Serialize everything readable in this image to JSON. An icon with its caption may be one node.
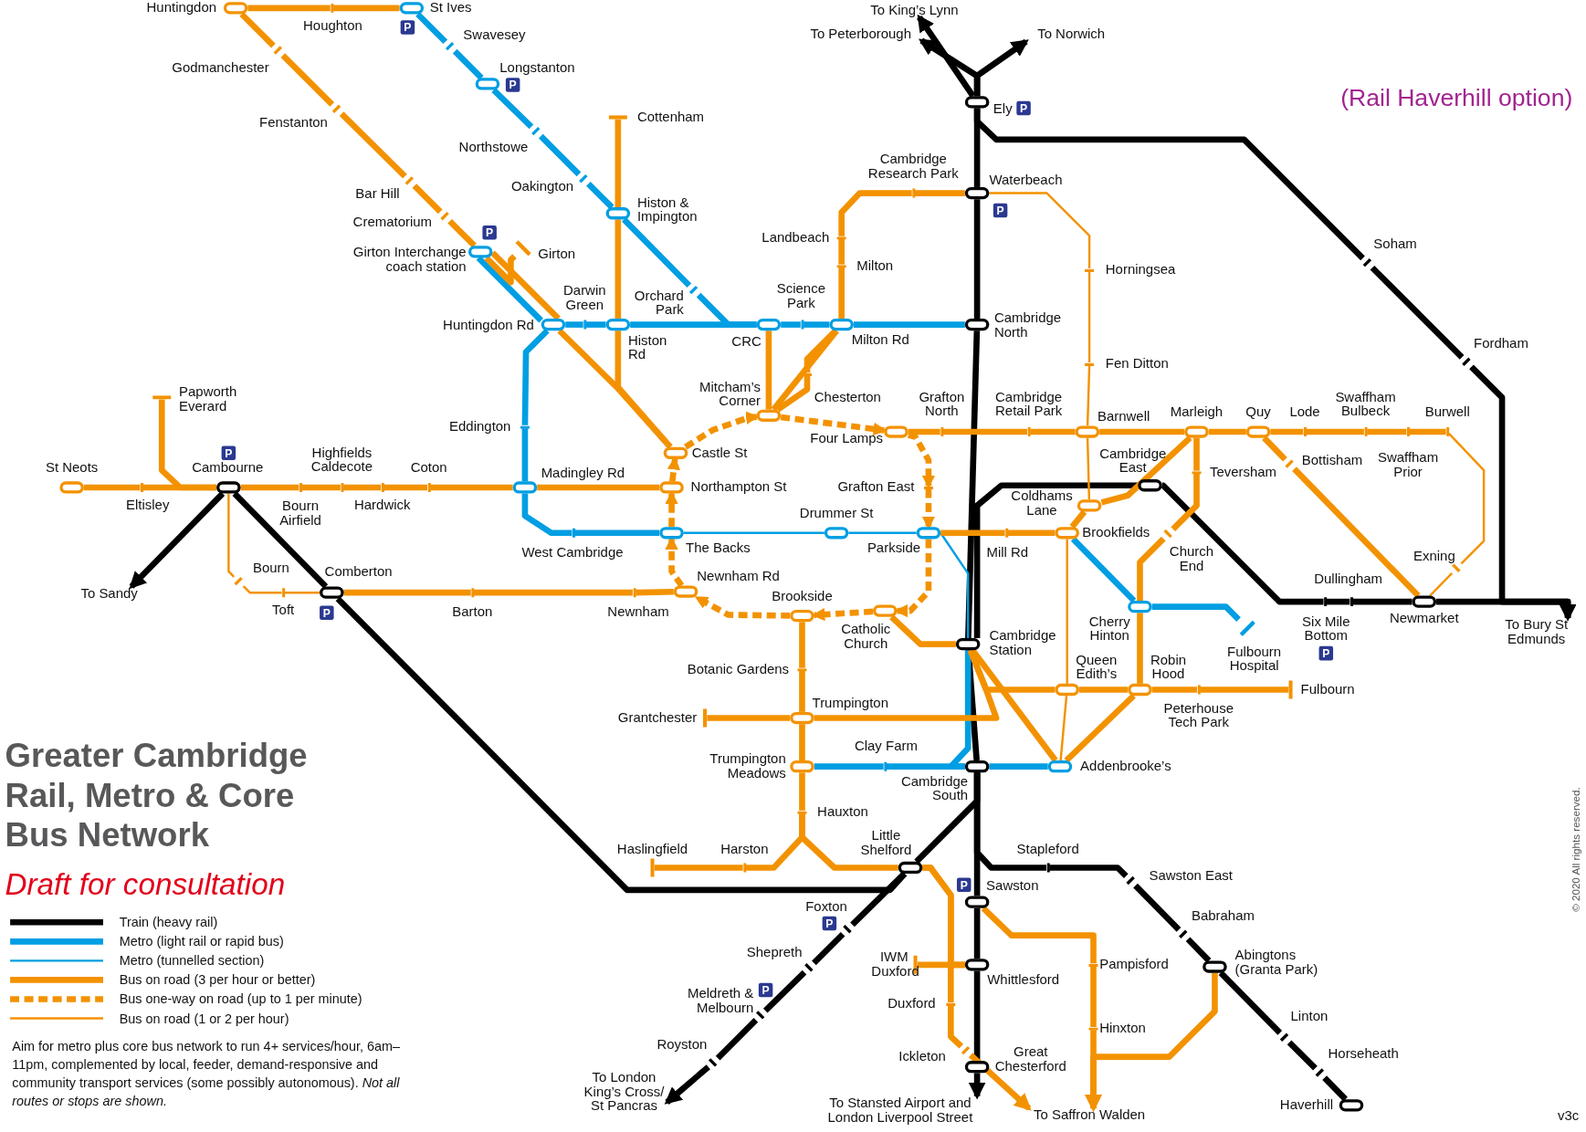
{
  "diagram": {
    "title": "Greater Cambridge Rail, Metro & Core Bus Network",
    "nodes": [
      {
        "text": [],
        "shape": "capsule",
        "beside": [
          "Ely",
          "P"
        ]
      },
      {
        "text": [],
        "shape": "capsule",
        "beside": [
          "Waterbeach",
          "P"
        ]
      },
      {
        "text": [],
        "shape": "capsule",
        "beside": [
          "Cambridge North"
        ]
      },
      {
        "text": [],
        "shape": "capsule",
        "beside": [
          "Cambridge Station"
        ]
      },
      {
        "text": [],
        "shape": "capsule",
        "beside": [
          "Cambridge South"
        ]
      },
      {
        "text": [],
        "shape": "capsule",
        "beside": [
          "Sawston",
          "P"
        ]
      },
      {
        "text": [],
        "shape": "capsule",
        "beside": [
          "Whittlesford"
        ]
      },
      {
        "text": [],
        "shape": "capsule",
        "beside": [
          "Great Chesterford"
        ]
      },
      {
        "text": [],
        "shape": "tick",
        "beside": [
          "Soham"
        ]
      },
      {
        "text": [],
        "shape": "tick",
        "beside": [
          "Fordham"
        ]
      },
      {
        "text": [],
        "shape": "capsule",
        "beside": [
          "Cambridge East"
        ]
      },
      {
        "text": [],
        "shape": "tick",
        "beside": [
          "Six Mile Bottom",
          "P"
        ]
      },
      {
        "text": [],
        "shape": "tick",
        "beside": [
          "Dullingham"
        ]
      },
      {
        "text": [],
        "shape": "capsule",
        "beside": [
          "Newmarket"
        ]
      },
      {
        "text": [],
        "shape": "tick",
        "beside": [
          "Stapleford"
        ]
      },
      {
        "text": [],
        "shape": "tick",
        "beside": [
          "Sawston East"
        ]
      },
      {
        "text": [],
        "shape": "tick",
        "beside": [
          "Babraham"
        ]
      },
      {
        "text": [],
        "shape": "capsule",
        "beside": [
          "Abingtons (Granta Park)"
        ]
      },
      {
        "text": [],
        "shape": "tick",
        "beside": [
          "Linton"
        ]
      },
      {
        "text": [],
        "shape": "tick",
        "beside": [
          "Horseheath"
        ]
      },
      {
        "text": [],
        "shape": "capsule",
        "beside": [
          "Haverhill"
        ]
      },
      {
        "text": [],
        "shape": "capsule",
        "beside": [
          "Cambourne",
          "P"
        ]
      },
      {
        "text": [],
        "shape": "capsule",
        "beside": [
          "Comberton",
          "P"
        ]
      },
      {
        "text": [],
        "shape": "capsule",
        "beside": [
          "Little Shelford"
        ]
      },
      {
        "text": [],
        "shape": "tick",
        "beside": [
          "Foxton",
          "P"
        ]
      },
      {
        "text": [],
        "shape": "tick",
        "beside": [
          "Shepreth"
        ]
      },
      {
        "text": [],
        "shape": "tick",
        "beside": [
          "Meldreth & Melbourn",
          "P"
        ]
      },
      {
        "text": [],
        "shape": "tick",
        "beside": [
          "Royston"
        ]
      },
      {
        "text": [
          "To King’s Lynn"
        ]
      },
      {
        "text": [
          "To Peterborough"
        ]
      },
      {
        "text": [
          "To Norwich"
        ]
      },
      {
        "text": [
          "To Sandy"
        ]
      },
      {
        "text": [
          "To London King’s Cross/ St Pancras"
        ]
      },
      {
        "text": [
          "To Saffron Walden"
        ]
      },
      {
        "text": [],
        "shape": "capsule",
        "beside": [
          "St Ives",
          "P"
        ]
      },
      {
        "text": [],
        "shape": "tick",
        "beside": [
          "Swavesey"
        ]
      },
      {
        "text": [],
        "shape": "capsule",
        "beside": [
          "Longstanton",
          "P"
        ]
      },
      {
        "text": [],
        "shape": "tick",
        "beside": [
          "Northstowe"
        ]
      },
      {
        "text": [],
        "shape": "tick",
        "beside": [
          "Oakington"
        ]
      },
      {
        "text": [],
        "shape": "capsule",
        "beside": [
          "Histon & Impington"
        ]
      },
      {
        "text": [],
        "shape": "tick",
        "beside": [
          "Orchard Park"
        ]
      },
      {
        "text": [],
        "shape": "capsule",
        "beside": [
          "CRC"
        ]
      },
      {
        "text": [],
        "shape": "capsule",
        "beside": [
          "Girton Interchange coach station",
          "P"
        ]
      },
      {
        "text": [],
        "shape": "capsule",
        "beside": [
          "Huntingdon Rd"
        ]
      },
      {
        "text": [],
        "shape": "tick",
        "beside": [
          "Darwin Green"
        ]
      },
      {
        "text": [],
        "shape": "capsule",
        "beside": [
          "Histon Rd"
        ]
      },
      {
        "text": [],
        "shape": "tick",
        "beside": [
          "Science Park"
        ]
      },
      {
        "text": [],
        "shape": "capsule",
        "beside": [
          "Milton Rd"
        ]
      },
      {
        "text": [],
        "shape": "tick",
        "beside": [
          "Eddington"
        ]
      },
      {
        "text": [],
        "shape": "capsule",
        "beside": [
          "Madingley Rd"
        ]
      },
      {
        "text": [],
        "shape": "tick",
        "beside": [
          "West Cambridge"
        ]
      },
      {
        "text": [],
        "shape": "capsule",
        "beside": [
          "The Backs"
        ]
      },
      {
        "text": [],
        "shape": "capsule",
        "beside": [
          "Drummer St"
        ]
      },
      {
        "text": [],
        "shape": "capsule",
        "beside": [
          "Parkside"
        ]
      },
      {
        "text": [],
        "shape": "tick",
        "beside": [
          "Clay Farm"
        ]
      },
      {
        "text": [],
        "shape": "capsule",
        "beside": [
          "Trumpington Meadows"
        ]
      },
      {
        "text": [],
        "shape": "capsule",
        "beside": [
          "Addenbrooke’s"
        ]
      },
      {
        "text": [],
        "shape": "capsule",
        "beside": [
          "Brookfields"
        ]
      },
      {
        "text": [],
        "shape": "capsule",
        "beside": [
          "Cherry Hinton"
        ]
      },
      {
        "text": [],
        "shape": "bar",
        "beside": [
          "Fulbourn Hospital"
        ]
      },
      {
        "text": [],
        "shape": "capsule",
        "beside": [
          "Huntingdon"
        ]
      },
      {
        "text": [],
        "shape": "tick",
        "beside": [
          "Houghton"
        ]
      },
      {
        "text": [],
        "shape": "tick",
        "beside": [
          "Godmanchester"
        ]
      },
      {
        "text": [],
        "shape": "tick",
        "beside": [
          "Fenstanton"
        ]
      },
      {
        "text": [],
        "shape": "tick",
        "beside": [
          "Bar Hill"
        ]
      },
      {
        "text": [],
        "shape": "tick",
        "beside": [
          "Crematorium"
        ]
      },
      {
        "text": [],
        "shape": "bar",
        "beside": [
          "Girton"
        ]
      },
      {
        "text": [],
        "shape": "bar",
        "beside": [
          "Cottenham"
        ]
      },
      {
        "text": [],
        "shape": "tick",
        "beside": [
          "Landbeach"
        ]
      },
      {
        "text": [],
        "shape": "tick",
        "beside": [
          "Milton"
        ]
      },
      {
        "text": [],
        "shape": "tick",
        "beside": [
          "Cambridge Research Park"
        ]
      },
      {
        "text": [],
        "shape": "capsule",
        "beside": [
          "Mitcham’s Corner"
        ]
      },
      {
        "text": [],
        "shape": "tick",
        "beside": [
          "Chesterton"
        ]
      },
      {
        "text": [],
        "shape": "capsule",
        "beside": [
          "Castle St"
        ]
      },
      {
        "text": [],
        "shape": "capsule",
        "beside": [
          "Northampton St"
        ]
      },
      {
        "text": [],
        "shape": "capsule",
        "beside": [
          "Newnham Rd"
        ]
      },
      {
        "text": [],
        "shape": "capsule",
        "beside": [
          "Brookside"
        ]
      },
      {
        "text": [],
        "shape": "capsule",
        "beside": [
          "Catholic Church"
        ]
      },
      {
        "text": [],
        "shape": "capsule",
        "beside": [
          "Four Lamps"
        ]
      },
      {
        "text": [],
        "shape": "tick",
        "beside": [
          "Grafton East"
        ]
      },
      {
        "text": [],
        "shape": "tick",
        "beside": [
          "Grafton North"
        ]
      },
      {
        "text": [],
        "shape": "tick",
        "beside": [
          "Cambridge Retail Park"
        ]
      },
      {
        "text": [],
        "shape": "capsule",
        "beside": [
          "Barnwell"
        ]
      },
      {
        "text": [],
        "shape": "capsule",
        "beside": [
          "Marleigh"
        ]
      },
      {
        "text": [],
        "shape": "capsule",
        "beside": [
          "Quy"
        ]
      },
      {
        "text": [],
        "shape": "tick",
        "beside": [
          "Lode"
        ]
      },
      {
        "text": [],
        "shape": "tick",
        "beside": [
          "Swaffham Bulbeck"
        ]
      },
      {
        "text": [],
        "shape": "tick",
        "beside": [
          "Swaffham Prior"
        ]
      },
      {
        "text": [],
        "shape": "tick",
        "beside": [
          "Burwell"
        ]
      },
      {
        "text": [],
        "shape": "tick",
        "beside": [
          "Bottisham"
        ]
      },
      {
        "text": [],
        "shape": "tick",
        "beside": [
          "Exning"
        ]
      },
      {
        "text": [],
        "shape": "tick",
        "beside": [
          "Teversham"
        ]
      },
      {
        "text": [],
        "shape": "tick",
        "beside": [
          "Church End"
        ]
      },
      {
        "text": [],
        "shape": "capsule",
        "beside": [
          "Coldhams Lane"
        ]
      },
      {
        "text": [],
        "shape": "tick",
        "beside": [
          "Mill Rd"
        ]
      },
      {
        "text": [],
        "shape": "capsule",
        "beside": [
          "Queen Edith’s"
        ]
      },
      {
        "text": [],
        "shape": "capsule",
        "beside": [
          "Robin Hood"
        ]
      },
      {
        "text": [],
        "shape": "tick",
        "beside": [
          "Peterhouse Tech Park"
        ]
      },
      {
        "text": [],
        "shape": "bar",
        "beside": [
          "Fulbourn"
        ]
      },
      {
        "text": [],
        "shape": "tick",
        "beside": [
          "Botanic Gardens"
        ]
      },
      {
        "text": [],
        "shape": "capsule",
        "beside": [
          "Trumpington"
        ]
      },
      {
        "text": [],
        "shape": "bar",
        "beside": [
          "Grantchester"
        ]
      },
      {
        "text": [],
        "shape": "tick",
        "beside": [
          "Hauxton"
        ]
      },
      {
        "text": [],
        "shape": "tick",
        "beside": [
          "Harston"
        ]
      },
      {
        "text": [],
        "shape": "bar",
        "beside": [
          "Haslingfield"
        ]
      },
      {
        "text": [],
        "shape": "bar",
        "beside": [
          "IWM Duxford"
        ]
      },
      {
        "text": [],
        "shape": "tick",
        "beside": [
          "Duxford"
        ]
      },
      {
        "text": [],
        "shape": "tick",
        "beside": [
          "Ickleton"
        ]
      },
      {
        "text": [],
        "shape": "tick",
        "beside": [
          "Pampisford"
        ]
      },
      {
        "text": [],
        "shape": "tick",
        "beside": [
          "Hinxton"
        ]
      },
      {
        "text": [],
        "shape": "capsule",
        "beside": [
          "St Neots"
        ]
      },
      {
        "text": [],
        "shape": "tick",
        "beside": [
          "Eltisley"
        ]
      },
      {
        "text": [],
        "shape": "bar",
        "beside": [
          "Papworth Everard"
        ]
      },
      {
        "text": [],
        "shape": "tick",
        "beside": [
          "Bourn Airfield"
        ]
      },
      {
        "text": [],
        "shape": "tick",
        "beside": [
          "Highfields Caldecote"
        ]
      },
      {
        "text": [],
        "shape": "tick",
        "beside": [
          "Hardwick"
        ]
      },
      {
        "text": [],
        "shape": "tick",
        "beside": [
          "Coton"
        ]
      },
      {
        "text": [],
        "shape": "tick",
        "beside": [
          "Bourn"
        ]
      },
      {
        "text": [],
        "shape": "tick",
        "beside": [
          "Toft"
        ]
      },
      {
        "text": [],
        "shape": "tick",
        "beside": [
          "Barton"
        ]
      },
      {
        "text": [],
        "shape": "tick",
        "beside": [
          "Newnham"
        ]
      },
      {
        "text": [],
        "shape": "tick",
        "beside": [
          "Horningsea"
        ]
      },
      {
        "text": [],
        "shape": "tick",
        "beside": [
          "Fen Ditton"
        ]
      },
      {
        "text": [
          "To Bury St Edmunds"
        ]
      },
      {
        "text": [
          "To Stansted Airport and London Liverpool Street"
        ]
      }
    ],
    "edges": [
      {
        "from": 0,
        "to": 28,
        "arrow": "to",
        "color": "#000000"
      },
      {
        "from": 0,
        "to": 29,
        "arrow": "to",
        "color": "#000000"
      },
      {
        "from": 0,
        "to": 30,
        "arrow": "to",
        "color": "#000000"
      },
      {
        "from": 0,
        "to": 8,
        "arrow": "none",
        "color": "#000000"
      },
      {
        "from": 8,
        "to": 9,
        "arrow": "none",
        "color": "#000000"
      },
      {
        "from": 9,
        "to": 123,
        "arrow": "to",
        "color": "#000000"
      },
      {
        "from": 13,
        "to": 123,
        "arrow": "to",
        "color": "#000000"
      },
      {
        "from": 0,
        "to": 1,
        "arrow": "none",
        "color": "#000000"
      },
      {
        "from": 1,
        "to": 2,
        "arrow": "none",
        "color": "#000000"
      },
      {
        "from": 2,
        "to": 3,
        "arrow": "none",
        "color": "#000000"
      },
      {
        "from": 3,
        "to": 4,
        "arrow": "none",
        "color": "#000000"
      },
      {
        "from": 4,
        "to": 5,
        "arrow": "none",
        "color": "#000000"
      },
      {
        "from": 5,
        "to": 6,
        "arrow": "none",
        "color": "#000000"
      },
      {
        "from": 6,
        "to": 7,
        "arrow": "none",
        "color": "#000000"
      },
      {
        "from": 7,
        "to": 124,
        "arrow": "to",
        "color": "#000000"
      },
      {
        "from": 3,
        "to": 10,
        "arrow": "none",
        "color": "#000000"
      },
      {
        "from": 10,
        "to": 11,
        "arrow": "none",
        "color": "#000000"
      },
      {
        "from": 11,
        "to": 12,
        "arrow": "none",
        "color": "#000000"
      },
      {
        "from": 12,
        "to": 13,
        "arrow": "none",
        "color": "#000000"
      },
      {
        "from": 4,
        "to": 14,
        "arrow": "none",
        "color": "#000000"
      },
      {
        "from": 14,
        "to": 15,
        "arrow": "none",
        "color": "#000000"
      },
      {
        "from": 15,
        "to": 16,
        "arrow": "none",
        "color": "#000000"
      },
      {
        "from": 16,
        "to": 17,
        "arrow": "none",
        "color": "#000000"
      },
      {
        "from": 17,
        "to": 18,
        "arrow": "none",
        "color": "#000000"
      },
      {
        "from": 18,
        "to": 19,
        "arrow": "none",
        "color": "#000000"
      },
      {
        "from": 19,
        "to": 20,
        "arrow": "none",
        "color": "#000000"
      },
      {
        "from": 21,
        "to": 31,
        "arrow": "to",
        "color": "#000000"
      },
      {
        "from": 21,
        "to": 22,
        "arrow": "none",
        "color": "#000000"
      },
      {
        "from": 22,
        "to": 23,
        "arrow": "none",
        "color": "#000000"
      },
      {
        "from": 23,
        "to": 4,
        "arrow": "none",
        "color": "#000000"
      },
      {
        "from": 23,
        "to": 24,
        "arrow": "none",
        "color": "#000000"
      },
      {
        "from": 24,
        "to": 25,
        "arrow": "none",
        "color": "#000000"
      },
      {
        "from": 25,
        "to": 26,
        "arrow": "none",
        "color": "#000000"
      },
      {
        "from": 26,
        "to": 27,
        "arrow": "none",
        "color": "#000000"
      },
      {
        "from": 27,
        "to": 32,
        "arrow": "to",
        "color": "#000000"
      },
      {
        "from": 34,
        "to": 35,
        "arrow": "none",
        "color": "#009ee2"
      },
      {
        "from": 35,
        "to": 36,
        "arrow": "none",
        "color": "#009ee2"
      },
      {
        "from": 36,
        "to": 37,
        "arrow": "none",
        "color": "#009ee2"
      },
      {
        "from": 37,
        "to": 38,
        "arrow": "none",
        "color": "#009ee2"
      },
      {
        "from": 38,
        "to": 39,
        "arrow": "none",
        "color": "#009ee2"
      },
      {
        "from": 39,
        "to": 40,
        "arrow": "none",
        "color": "#009ee2"
      },
      {
        "from": 40,
        "to": 41,
        "arrow": "none",
        "color": "#009ee2"
      },
      {
        "from": 42,
        "to": 43,
        "arrow": "none",
        "color": "#009ee2"
      },
      {
        "from": 43,
        "to": 44,
        "arrow": "none",
        "color": "#009ee2"
      },
      {
        "from": 44,
        "to": 45,
        "arrow": "none",
        "color": "#009ee2"
      },
      {
        "from": 45,
        "to": 41,
        "arrow": "none",
        "color": "#009ee2"
      },
      {
        "from": 41,
        "to": 46,
        "arrow": "none",
        "color": "#009ee2"
      },
      {
        "from": 46,
        "to": 47,
        "arrow": "none",
        "color": "#009ee2"
      },
      {
        "from": 47,
        "to": 2,
        "arrow": "none",
        "color": "#009ee2"
      },
      {
        "from": 43,
        "to": 48,
        "arrow": "none",
        "color": "#009ee2"
      },
      {
        "from": 48,
        "to": 49,
        "arrow": "none",
        "color": "#009ee2"
      },
      {
        "from": 49,
        "to": 50,
        "arrow": "none",
        "color": "#009ee2"
      },
      {
        "from": 50,
        "to": 51,
        "arrow": "none",
        "color": "#009ee2"
      },
      {
        "from": 51,
        "to": 52,
        "arrow": "none",
        "color": "#009ee2"
      },
      {
        "from": 52,
        "to": 53,
        "arrow": "none",
        "color": "#009ee2"
      },
      {
        "from": 53,
        "to": 3,
        "arrow": "none",
        "color": "#009ee2"
      },
      {
        "from": 3,
        "to": 4,
        "arrow": "none",
        "color": "#009ee2"
      },
      {
        "from": 4,
        "to": 54,
        "arrow": "none",
        "color": "#009ee2"
      },
      {
        "from": 54,
        "to": 55,
        "arrow": "none",
        "color": "#009ee2"
      },
      {
        "from": 4,
        "to": 56,
        "arrow": "none",
        "color": "#009ee2"
      },
      {
        "from": 57,
        "to": 58,
        "arrow": "none",
        "color": "#009ee2"
      },
      {
        "from": 58,
        "to": 59,
        "arrow": "none",
        "color": "#009ee2"
      },
      {
        "from": 60,
        "to": 61,
        "arrow": "none"
      },
      {
        "from": 61,
        "to": 34,
        "arrow": "none"
      },
      {
        "from": 60,
        "to": 62,
        "arrow": "none"
      },
      {
        "from": 62,
        "to": 63,
        "arrow": "none"
      },
      {
        "from": 63,
        "to": 64,
        "arrow": "none"
      },
      {
        "from": 64,
        "to": 65,
        "arrow": "none"
      },
      {
        "from": 65,
        "to": 42,
        "arrow": "none"
      },
      {
        "from": 42,
        "to": 43,
        "arrow": "none"
      },
      {
        "from": 42,
        "to": 66,
        "arrow": "none"
      },
      {
        "from": 43,
        "to": 73,
        "arrow": "none"
      },
      {
        "from": 67,
        "to": 39,
        "arrow": "none"
      },
      {
        "from": 39,
        "to": 45,
        "arrow": "none"
      },
      {
        "from": 45,
        "to": 73,
        "arrow": "none"
      },
      {
        "from": 1,
        "to": 70,
        "arrow": "none"
      },
      {
        "from": 70,
        "to": 68,
        "arrow": "none"
      },
      {
        "from": 68,
        "to": 69,
        "arrow": "none"
      },
      {
        "from": 69,
        "to": 47,
        "arrow": "none"
      },
      {
        "from": 47,
        "to": 71,
        "arrow": "none"
      },
      {
        "from": 41,
        "to": 71,
        "arrow": "none"
      },
      {
        "from": 47,
        "to": 72,
        "arrow": "none"
      },
      {
        "from": 72,
        "to": 71,
        "arrow": "none"
      },
      {
        "from": 71,
        "to": 78,
        "arrow": "to",
        "style": "dashed"
      },
      {
        "from": 78,
        "to": 79,
        "arrow": "to",
        "style": "dashed"
      },
      {
        "from": 79,
        "to": 53,
        "arrow": "to",
        "style": "dashed"
      },
      {
        "from": 53,
        "to": 77,
        "arrow": "to",
        "style": "dashed"
      },
      {
        "from": 77,
        "to": 76,
        "arrow": "to",
        "style": "dashed"
      },
      {
        "from": 76,
        "to": 75,
        "arrow": "to",
        "style": "dashed"
      },
      {
        "from": 75,
        "to": 51,
        "arrow": "to",
        "style": "dashed"
      },
      {
        "from": 51,
        "to": 74,
        "arrow": "to",
        "style": "dashed"
      },
      {
        "from": 74,
        "to": 73,
        "arrow": "to",
        "style": "dashed"
      },
      {
        "from": 73,
        "to": 71,
        "arrow": "to",
        "style": "dashed"
      },
      {
        "from": 78,
        "to": 80,
        "arrow": "none"
      },
      {
        "from": 80,
        "to": 81,
        "arrow": "none"
      },
      {
        "from": 81,
        "to": 82,
        "arrow": "none"
      },
      {
        "from": 82,
        "to": 83,
        "arrow": "none"
      },
      {
        "from": 83,
        "to": 84,
        "arrow": "none"
      },
      {
        "from": 84,
        "to": 85,
        "arrow": "none"
      },
      {
        "from": 85,
        "to": 86,
        "arrow": "none"
      },
      {
        "from": 86,
        "to": 87,
        "arrow": "none"
      },
      {
        "from": 87,
        "to": 88,
        "arrow": "none"
      },
      {
        "from": 84,
        "to": 89,
        "arrow": "none"
      },
      {
        "from": 89,
        "to": 13,
        "arrow": "none"
      },
      {
        "from": 83,
        "to": 91,
        "arrow": "none"
      },
      {
        "from": 91,
        "to": 92,
        "arrow": "none"
      },
      {
        "from": 92,
        "to": 58,
        "arrow": "none"
      },
      {
        "from": 58,
        "to": 96,
        "arrow": "none"
      },
      {
        "from": 83,
        "to": 93,
        "arrow": "none"
      },
      {
        "from": 93,
        "to": 57,
        "arrow": "none"
      },
      {
        "from": 53,
        "to": 94,
        "arrow": "none"
      },
      {
        "from": 94,
        "to": 57,
        "arrow": "none"
      },
      {
        "from": 77,
        "to": 3,
        "arrow": "none"
      },
      {
        "from": 3,
        "to": 95,
        "arrow": "none"
      },
      {
        "from": 95,
        "to": 96,
        "arrow": "none"
      },
      {
        "from": 96,
        "to": 97,
        "arrow": "none"
      },
      {
        "from": 97,
        "to": 98,
        "arrow": "none"
      },
      {
        "from": 3,
        "to": 56,
        "arrow": "none"
      },
      {
        "from": 96,
        "to": 56,
        "arrow": "none"
      },
      {
        "from": 76,
        "to": 99,
        "arrow": "none"
      },
      {
        "from": 99,
        "to": 100,
        "arrow": "none"
      },
      {
        "from": 100,
        "to": 55,
        "arrow": "none"
      },
      {
        "from": 101,
        "to": 100,
        "arrow": "none"
      },
      {
        "from": 100,
        "to": 3,
        "arrow": "none"
      },
      {
        "from": 55,
        "to": 102,
        "arrow": "none"
      },
      {
        "from": 102,
        "to": 23,
        "arrow": "none"
      },
      {
        "from": 102,
        "to": 103,
        "arrow": "none"
      },
      {
        "from": 103,
        "to": 104,
        "arrow": "none"
      },
      {
        "from": 23,
        "to": 6,
        "arrow": "none"
      },
      {
        "from": 105,
        "to": 6,
        "arrow": "none"
      },
      {
        "from": 23,
        "to": 106,
        "arrow": "none"
      },
      {
        "from": 106,
        "to": 107,
        "arrow": "none"
      },
      {
        "from": 107,
        "to": 33,
        "arrow": "to"
      },
      {
        "from": 5,
        "to": 108,
        "arrow": "none"
      },
      {
        "from": 108,
        "to": 109,
        "arrow": "none"
      },
      {
        "from": 109,
        "to": 33,
        "arrow": "to"
      },
      {
        "from": 17,
        "to": 33,
        "arrow": "to"
      },
      {
        "from": 110,
        "to": 111,
        "arrow": "none"
      },
      {
        "from": 111,
        "to": 21,
        "arrow": "none"
      },
      {
        "from": 112,
        "to": 21,
        "arrow": "none"
      },
      {
        "from": 21,
        "to": 113,
        "arrow": "none"
      },
      {
        "from": 113,
        "to": 114,
        "arrow": "none"
      },
      {
        "from": 114,
        "to": 115,
        "arrow": "none"
      },
      {
        "from": 115,
        "to": 116,
        "arrow": "none"
      },
      {
        "from": 116,
        "to": 49,
        "arrow": "none"
      },
      {
        "from": 49,
        "to": 74,
        "arrow": "none"
      },
      {
        "from": 22,
        "to": 119,
        "arrow": "none"
      },
      {
        "from": 119,
        "to": 120,
        "arrow": "none"
      },
      {
        "from": 120,
        "to": 75,
        "arrow": "none"
      },
      {
        "from": 21,
        "to": 117,
        "arrow": "none"
      },
      {
        "from": 117,
        "to": 118,
        "arrow": "none"
      },
      {
        "from": 118,
        "to": 22,
        "arrow": "none"
      },
      {
        "from": 1,
        "to": 121,
        "arrow": "none"
      },
      {
        "from": 121,
        "to": 122,
        "arrow": "none"
      },
      {
        "from": 122,
        "to": 82,
        "arrow": "none"
      },
      {
        "from": 82,
        "to": 93,
        "arrow": "none"
      },
      {
        "from": 57,
        "to": 95,
        "arrow": "none"
      },
      {
        "from": 95,
        "to": 56,
        "arrow": "none"
      },
      {
        "from": 88,
        "to": 90,
        "arrow": "none"
      },
      {
        "from": 90,
        "to": 13,
        "arrow": "none"
      }
    ],
    "labels": [
      "(Rail Haverhill option)",
      "Draft for consultation",
      "Aim for metro plus core bus network to run 4+ services/hour, 6am–11pm, complemented by local, feeder, demand-responsive and community transport services (some possibly autonomous). *Not all routes or stops are shown.*",
      "v3c",
      "© 2020 All rights reserved."
    ],
    "legend": [
      {
        "text": "Train (heavy rail)"
      },
      {
        "text": "Metro (light rail or rapid bus)"
      },
      {
        "text": "Metro (tunnelled section)"
      },
      {
        "text": "Bus on road (3 per hour or better)"
      },
      {
        "text": "Bus one-way on road (up to 1 per minute)"
      },
      {
        "text": "Bus on road (1 or 2 per hour)"
      }
    ]
  }
}
